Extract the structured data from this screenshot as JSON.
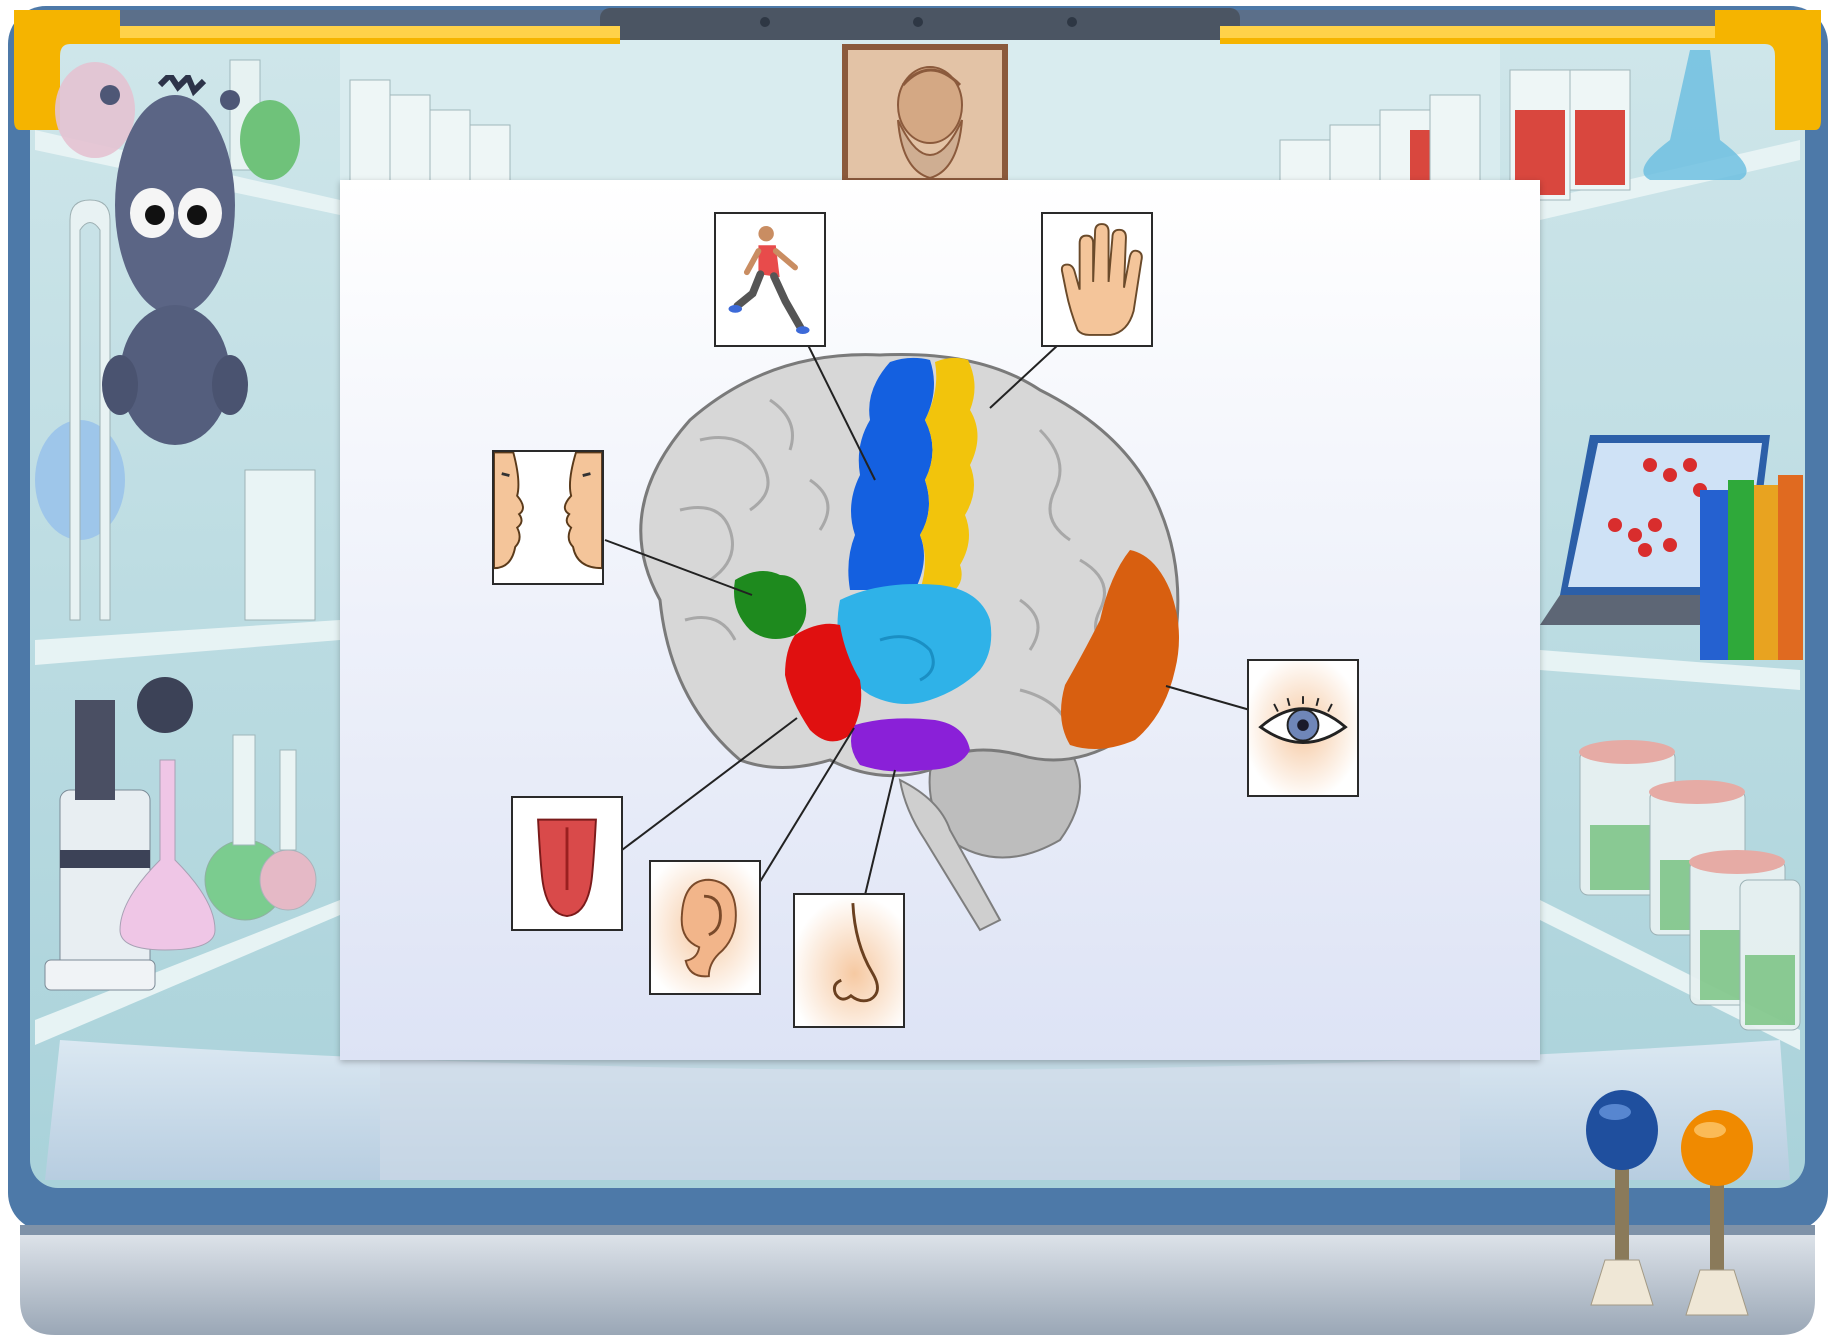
{
  "app": {
    "scene": "science-lab",
    "icons": [
      "monster-mascot-icon",
      "portrait-icon",
      "laptop-icon",
      "books-icon",
      "microscope-icon"
    ]
  },
  "board": {
    "diagram": "brain-sensory-areas",
    "labels": [
      {
        "id": "motor",
        "icon": "running-person-icon",
        "color": "#1460e0"
      },
      {
        "id": "touch",
        "icon": "hand-icon",
        "color": "#f2c40c"
      },
      {
        "id": "speech",
        "icon": "two-faces-icon",
        "color": "#1e8a1e"
      },
      {
        "id": "taste",
        "icon": "tongue-icon",
        "color": "#e01010"
      },
      {
        "id": "hearing",
        "icon": "ear-icon",
        "color": "#2fb2e8"
      },
      {
        "id": "smell",
        "icon": "nose-icon",
        "color": "#8a20d8"
      },
      {
        "id": "vision",
        "icon": "eye-icon",
        "color": "#d85f10"
      }
    ]
  },
  "controls": {
    "levers": [
      {
        "id": "blue-lever",
        "color": "#1f4f9e"
      },
      {
        "id": "orange-lever",
        "color": "#f08a00"
      }
    ]
  }
}
